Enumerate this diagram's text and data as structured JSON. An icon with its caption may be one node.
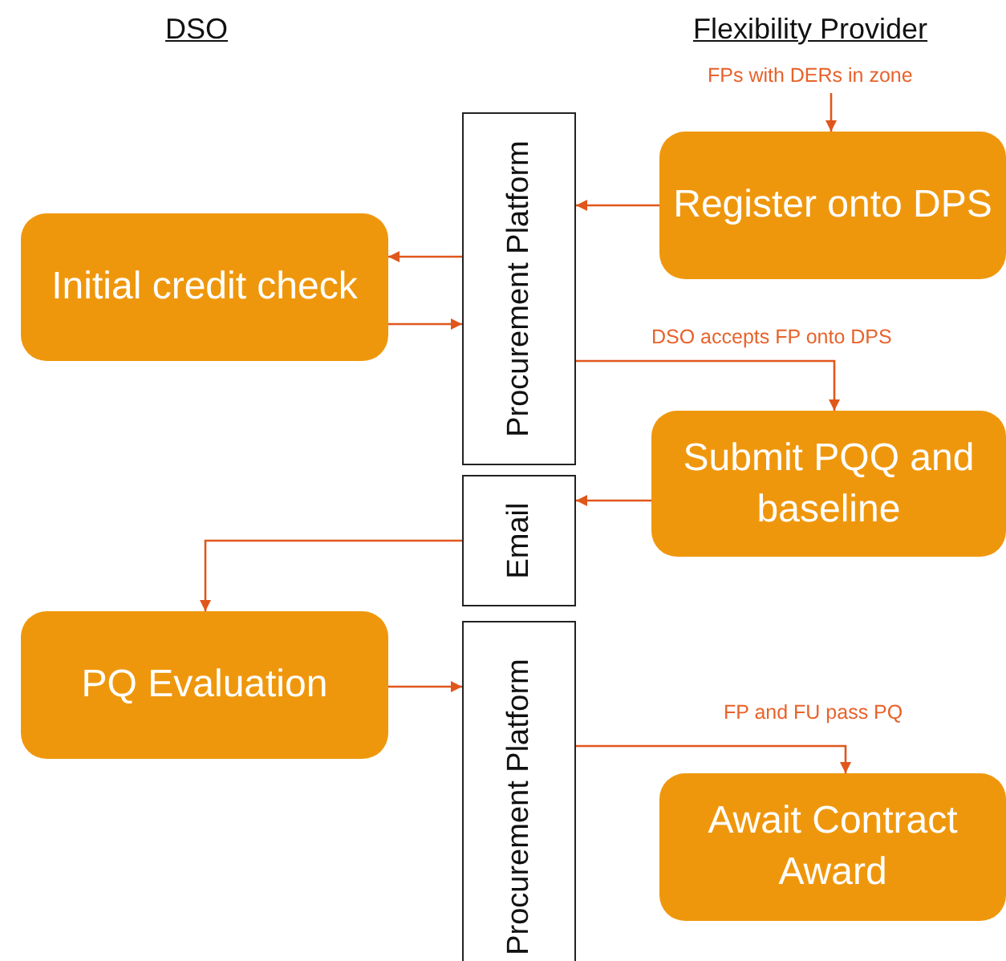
{
  "diagram": {
    "nodes": [
      {
        "text": [
          "Procurement Platform"
        ]
      },
      {
        "text": [
          "Register onto DPS"
        ]
      },
      {
        "text": [
          "Initial credit check"
        ]
      },
      {
        "text": [
          "Submit PQQ and baseline"
        ]
      },
      {
        "text": [
          "Email"
        ]
      },
      {
        "text": [
          "PQ Evaluation"
        ]
      },
      {
        "text": [
          "Procurement Platform"
        ]
      },
      {
        "text": [
          "Await Contract Award"
        ]
      }
    ],
    "edges": [
      {
        "from": null,
        "to": 1,
        "arrow": "to",
        "label": "FPs with DERs in zone"
      },
      {
        "from": 1,
        "to": 0,
        "arrow": "to"
      },
      {
        "from": 0,
        "to": 2,
        "arrow": "to"
      },
      {
        "from": 2,
        "to": 0,
        "arrow": "to"
      },
      {
        "from": 0,
        "to": 3,
        "arrow": "to",
        "label": "DSO accepts FP onto DPS"
      },
      {
        "from": 3,
        "to": 4,
        "arrow": "to"
      },
      {
        "from": 4,
        "to": 5,
        "arrow": "to"
      },
      {
        "from": 5,
        "to": 6,
        "arrow": "to"
      },
      {
        "from": 6,
        "to": 7,
        "arrow": "to",
        "label": "FP and FU pass PQ"
      }
    ],
    "labels": [
      "DSO",
      "Flexibility Provider"
    ]
  }
}
